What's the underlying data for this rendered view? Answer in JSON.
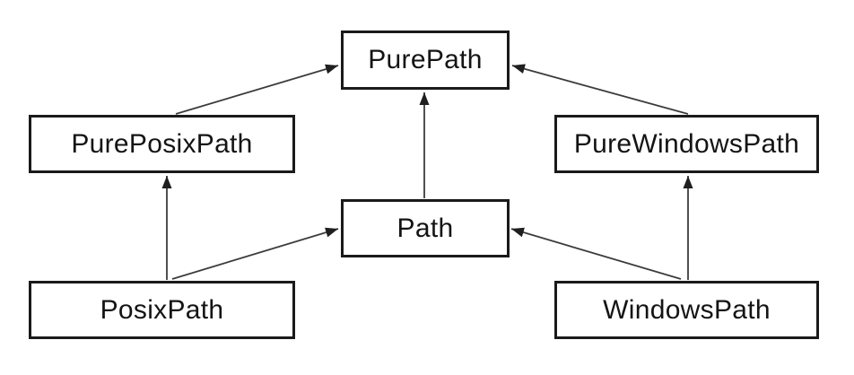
{
  "diagram": {
    "type": "class-inheritance-diagram",
    "nodes": {
      "purepath": {
        "label": "PurePath"
      },
      "pureposixpath": {
        "label": "PurePosixPath"
      },
      "purewindowspath": {
        "label": "PureWindowsPath"
      },
      "path": {
        "label": "Path"
      },
      "posixpath": {
        "label": "PosixPath"
      },
      "windowspath": {
        "label": "WindowsPath"
      }
    },
    "edges": [
      {
        "from": "PurePosixPath",
        "to": "PurePath"
      },
      {
        "from": "PureWindowsPath",
        "to": "PurePath"
      },
      {
        "from": "Path",
        "to": "PurePath"
      },
      {
        "from": "PosixPath",
        "to": "PurePosixPath"
      },
      {
        "from": "PosixPath",
        "to": "Path"
      },
      {
        "from": "WindowsPath",
        "to": "Path"
      },
      {
        "from": "WindowsPath",
        "to": "PureWindowsPath"
      }
    ],
    "colors": {
      "background": "#ffffff",
      "box_border": "#1a1a1a",
      "text": "#141414",
      "arrow_line": "#3c3c3c",
      "arrow_head": "#1f1f1f"
    }
  }
}
